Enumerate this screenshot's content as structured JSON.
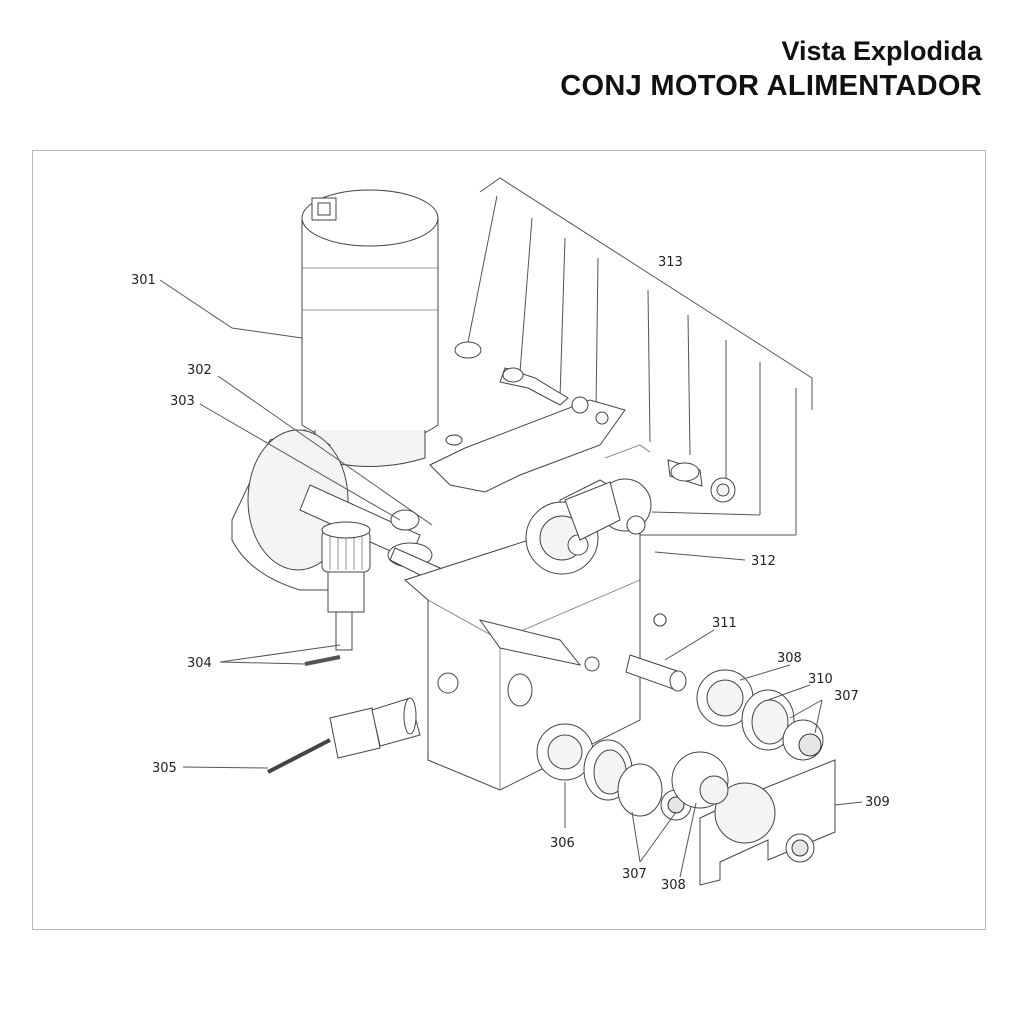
{
  "title": {
    "line1": "Vista Explodida",
    "line2": "CONJ MOTOR ALIMENTADOR"
  },
  "labels": {
    "p301": "301",
    "p302": "302",
    "p303": "303",
    "p304": "304",
    "p305": "305",
    "p306": "306",
    "p307a": "307",
    "p307b": "307",
    "p308a": "308",
    "p308b": "308",
    "p309": "309",
    "p310": "310",
    "p311": "311",
    "p312": "312",
    "p313": "313"
  }
}
